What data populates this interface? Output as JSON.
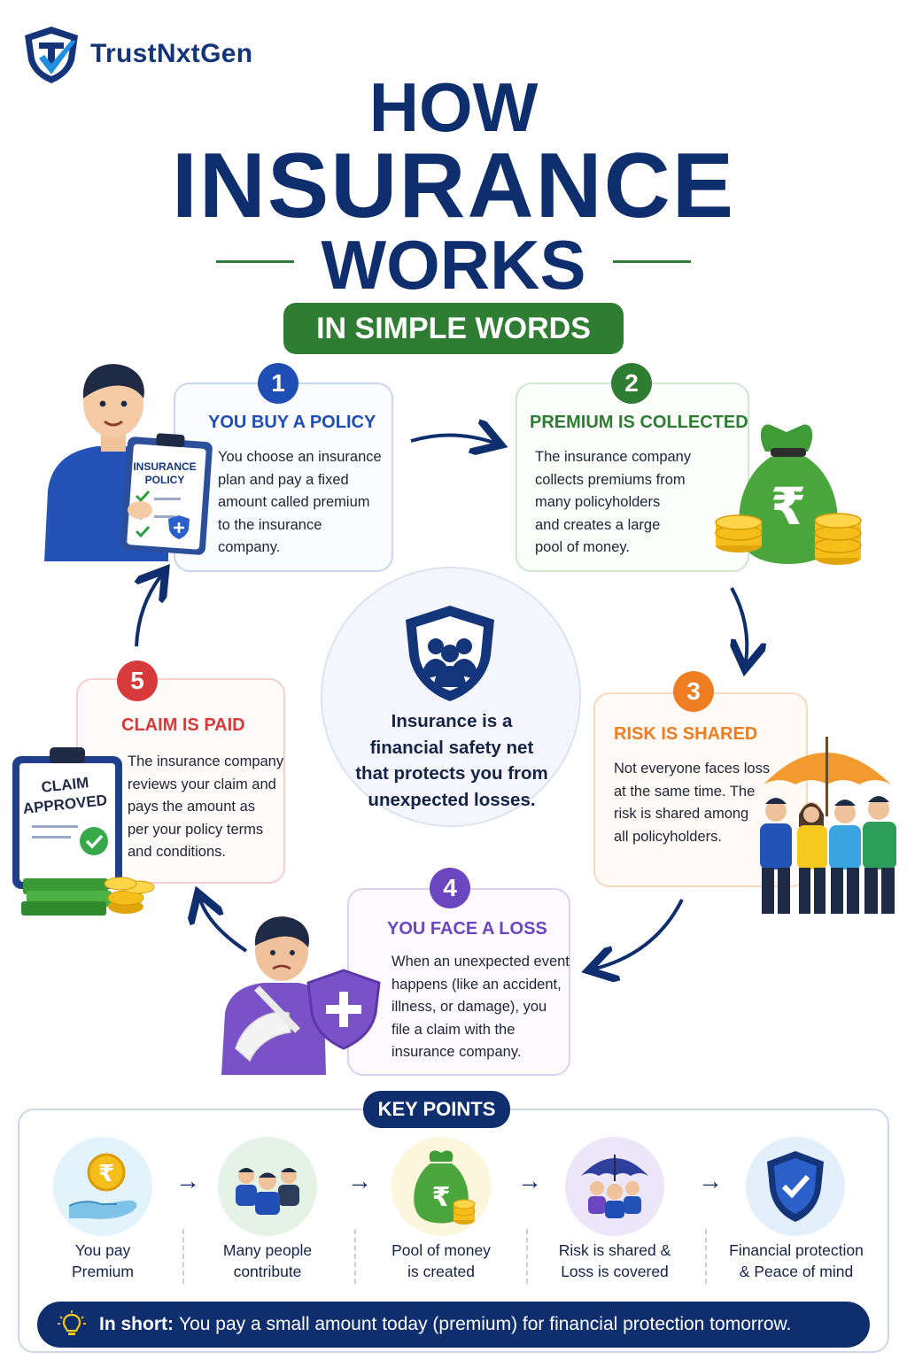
{
  "brand": {
    "name": "TrustNxtGen"
  },
  "title": {
    "line1": "HOW",
    "line2": "INSURANCE",
    "line3": "WORKS",
    "subtitle": "IN SIMPLE WORDS"
  },
  "steps": [
    {
      "number": "1",
      "title": "YOU BUY A POLICY",
      "lines": [
        "You choose an insurance",
        "plan and pay a fixed",
        "amount called premium",
        "to the insurance",
        "company."
      ],
      "color": "#1f4fb5"
    },
    {
      "number": "2",
      "title": "PREMIUM IS COLLECTED",
      "lines": [
        "The insurance company",
        "collects premiums from",
        "many policyholders",
        "and creates a large",
        "pool of money."
      ],
      "color": "#2e7d32"
    },
    {
      "number": "3",
      "title": "RISK IS SHARED",
      "lines": [
        "Not everyone faces loss",
        "at the same time. The",
        "risk is shared among",
        "all policyholders."
      ],
      "color": "#ef7d22"
    },
    {
      "number": "4",
      "title": "YOU FACE A LOSS",
      "lines": [
        "When an unexpected event",
        "happens (like an accident,",
        "illness, or damage), you",
        "file a claim with the",
        "insurance company."
      ],
      "color": "#6b46c1"
    },
    {
      "number": "5",
      "title": "CLAIM IS PAID",
      "lines": [
        "The insurance company",
        "reviews your claim and",
        "pays the amount as",
        "per your policy terms",
        "and conditions."
      ],
      "color": "#d63a3a"
    }
  ],
  "illustrations": {
    "policy_doc_line1": "INSURANCE",
    "policy_doc_line2": "POLICY",
    "claim_doc_line1": "CLAIM",
    "claim_doc_line2": "APPROVED",
    "currency": "₹"
  },
  "center": {
    "lines": [
      "Insurance is a",
      "financial safety net",
      "that protects you from",
      "unexpected losses."
    ]
  },
  "key_points": {
    "title": "KEY POINTS",
    "items": [
      {
        "line1": "You pay",
        "line2": "Premium",
        "icon": "hand-coin-icon",
        "bg": "#e3f3fb"
      },
      {
        "line1": "Many people",
        "line2": "contribute",
        "icon": "people-group-icon",
        "bg": "#e4f3e6"
      },
      {
        "line1": "Pool of money",
        "line2": "is created",
        "icon": "money-bag-icon",
        "bg": "#fbf6dc"
      },
      {
        "line1": "Risk is shared &",
        "line2": "Loss is covered",
        "icon": "umbrella-people-icon",
        "bg": "#ece6f8"
      },
      {
        "line1": "Financial protection",
        "line2": "& Peace of mind",
        "icon": "shield-check-icon",
        "bg": "#e3effb"
      }
    ]
  },
  "summary": {
    "label": "In short:",
    "text": "You pay a small amount today (premium) for financial protection tomorrow."
  }
}
